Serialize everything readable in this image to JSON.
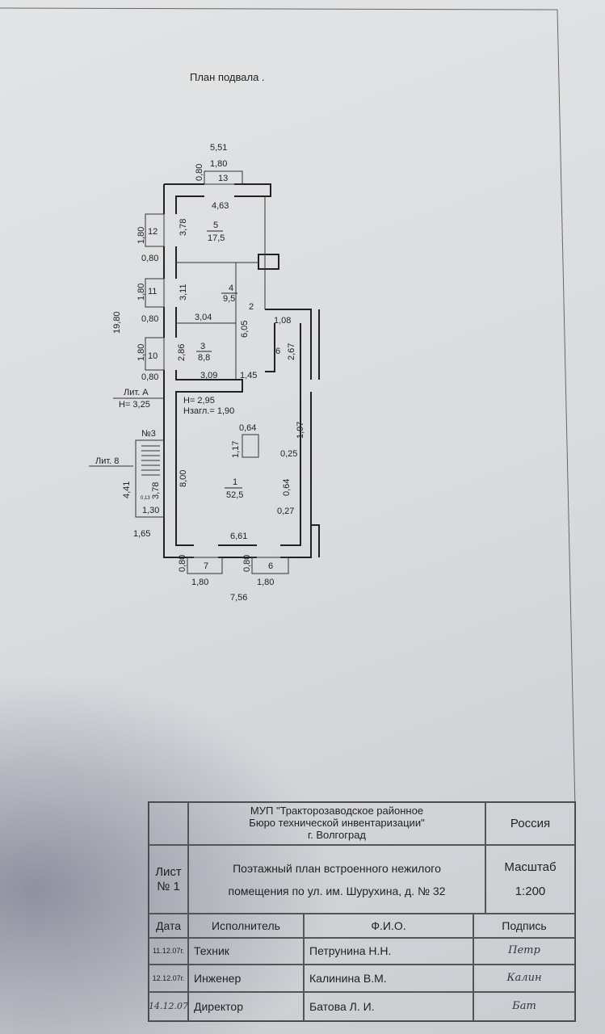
{
  "title": "План подвала .",
  "plan": {
    "dims": {
      "total_top": "5,51",
      "win13_w": "1,80",
      "win13_d": "0,80",
      "room5_w": "4,63",
      "room5_h": "3,78",
      "win12_w": "1,80",
      "win12_d": "0,80",
      "room4_h": "3,11",
      "win11_w": "1,80",
      "win11_d": "0,80",
      "room4_w": "3,04",
      "room2_h": "6,05",
      "room6_w": "1,08",
      "room6_h": "2,67",
      "room3_h": "2,86",
      "win10_w": "1,80",
      "win10_d": "0,80",
      "room3_w": "3,09",
      "corridor_w": "1,45",
      "total_left": "19,80",
      "col_w": "0,64",
      "col_h": "1,17",
      "niche1_h": "1,97",
      "niche1_d": "0,25",
      "niche2_h": "0,64",
      "niche2_d": "0,27",
      "room1_h": "8,00",
      "room1_w": "6,61",
      "stair_h": "4,41",
      "stair_inner": "3,78",
      "stair_w1": "1,30",
      "stair_w2": "1,65",
      "stair_small": "0,13",
      "win7_w": "1,80",
      "win7_d": "0,80",
      "win6_w": "1,80",
      "win6_d": "0,80",
      "total_bottom": "7,56"
    },
    "rooms": [
      {
        "num": "1",
        "area": "52,5"
      },
      {
        "num": "2"
      },
      {
        "num": "3",
        "area": "8,8"
      },
      {
        "num": "4",
        "area": "9,5"
      },
      {
        "num": "5",
        "area": "17,5"
      },
      {
        "num": "6"
      },
      {
        "num": "7"
      },
      {
        "num": "6"
      },
      {
        "num": "10"
      },
      {
        "num": "11"
      },
      {
        "num": "12"
      },
      {
        "num": "13"
      }
    ],
    "lit_a": "Лит. А",
    "lit_a_h": "Н= 3,25",
    "lit_8": "Лит. 8",
    "stair_no": "№3",
    "room1_h": "Н= 2,95",
    "room1_hz": "Нзагл.= 1,90"
  },
  "stamp": {
    "org": [
      "МУП \"Тракторозаводское районное",
      "Бюро технической инвентаризации\"",
      "г. Волгоград"
    ],
    "country": "Россия",
    "sheet": "Лист",
    "sheet_no": "№ 1",
    "desc": [
      "Поэтажный план встроенного нежилого",
      "помещения по ул. им. Шурухина, д. № 32"
    ],
    "scale_label": "Масштаб",
    "scale": "1:200",
    "headers": [
      "Дата",
      "Исполнитель",
      "Ф.И.О.",
      "Подпись"
    ],
    "rows": [
      {
        "date": "11.12.07г.",
        "role": "Техник",
        "name": "Петрунина Н.Н.",
        "sign": "Петр"
      },
      {
        "date": "12.12.07г.",
        "role": "Инженер",
        "name": "Калинина В.М.",
        "sign": "Калин"
      },
      {
        "date": "14.12.07",
        "role": "Директор",
        "name": "Батова Л. И.",
        "sign": "Бат"
      }
    ]
  }
}
